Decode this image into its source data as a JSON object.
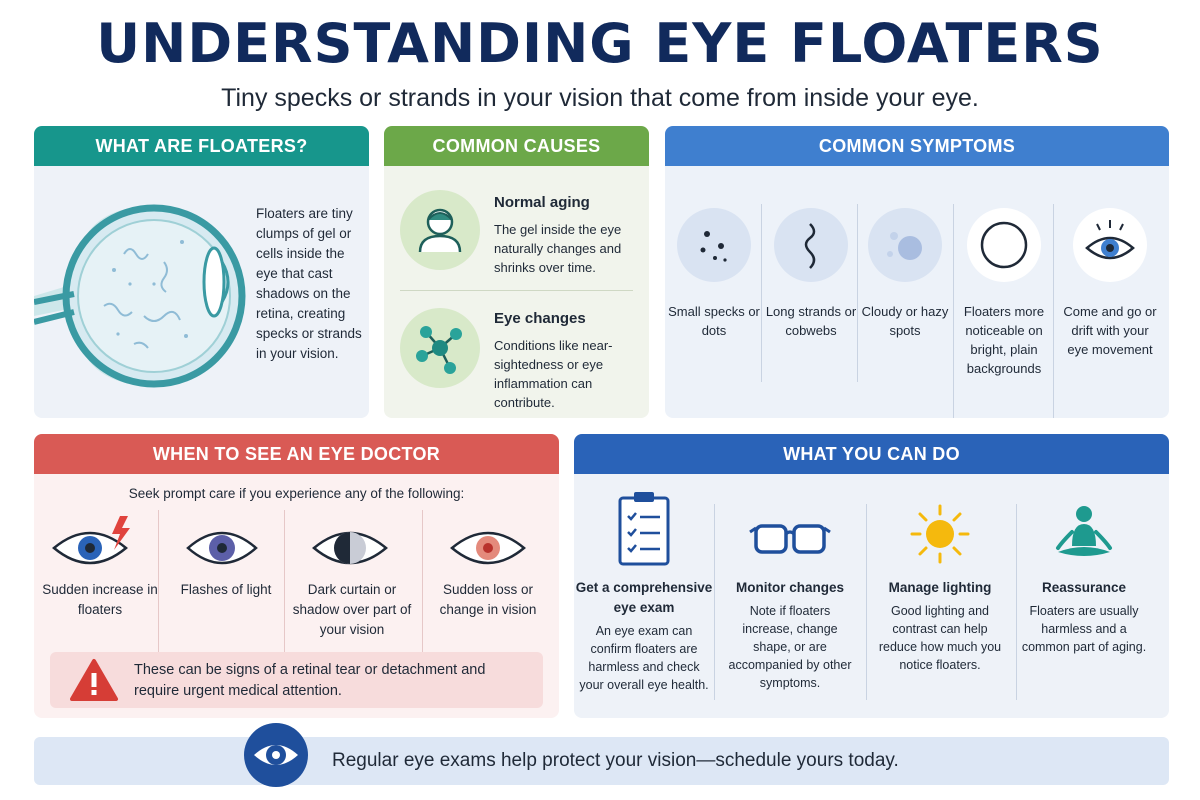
{
  "title": "UNDERSTANDING EYE FLOATERS",
  "subtitle": "Tiny specks or strands in your vision that come from inside your eye.",
  "colors": {
    "teal": "#17968c",
    "green": "#6ca849",
    "blue": "#3f7fcf",
    "red": "#d95a55",
    "navy": "#2a63b8",
    "title": "#112a5c"
  },
  "what": {
    "heading": "WHAT ARE FLOATERS?",
    "text": "Floaters are tiny clumps of gel or cells inside the eye that cast shadows on the retina, creating specks or strands in your vision.",
    "icon": "eye-cross-section-icon"
  },
  "causes": {
    "heading": "COMMON CAUSES",
    "items": [
      {
        "title": "Normal aging",
        "desc": "The gel inside the eye naturally changes and shrinks over time.",
        "icon": "person-icon"
      },
      {
        "title": "Eye changes",
        "desc": "Conditions like near-sightedness or eye inflammation can contribute.",
        "icon": "molecule-icon"
      }
    ]
  },
  "symptoms": {
    "heading": "COMMON SYMPTOMS",
    "items": [
      {
        "label": "Small specks or dots",
        "icon": "specks-icon"
      },
      {
        "label": "Long strands or cobwebs",
        "icon": "strand-icon"
      },
      {
        "label": "Cloudy or hazy spots",
        "icon": "cloudy-spot-icon"
      },
      {
        "label": "Floaters more noticeable on bright, plain backgrounds",
        "icon": "plain-circle-icon"
      },
      {
        "label": "Come and go or drift with your eye movement",
        "icon": "eye-icon"
      }
    ]
  },
  "doctor": {
    "heading": "WHEN TO SEE AN EYE DOCTOR",
    "intro": "Seek prompt care if you experience any of the following:",
    "items": [
      {
        "label": "Sudden increase in floaters",
        "icon": "eye-lightning-icon"
      },
      {
        "label": "Flashes of light",
        "icon": "eye-icon"
      },
      {
        "label": "Dark curtain or shadow over part of your vision",
        "icon": "eye-shadow-icon"
      },
      {
        "label": "Sudden loss or change in vision",
        "icon": "red-eye-icon"
      }
    ],
    "warning": "These can be signs of a retinal tear or detachment and require urgent medical attention.",
    "warning_icon": "warning-triangle-icon"
  },
  "actions": {
    "heading": "WHAT YOU CAN DO",
    "items": [
      {
        "title": "Get a comprehensive eye exam",
        "desc": "An eye exam can confirm floaters are harmless and check your overall eye health.",
        "icon": "clipboard-checklist-icon"
      },
      {
        "title": "Monitor changes",
        "desc": "Note if floaters increase, change shape, or are accompanied by other symptoms.",
        "icon": "glasses-icon"
      },
      {
        "title": "Manage lighting",
        "desc": "Good lighting and contrast can help reduce how much you notice floaters.",
        "icon": "sun-icon"
      },
      {
        "title": "Reassurance",
        "desc": "Floaters are usually harmless and a common part of aging.",
        "icon": "meditation-icon"
      }
    ]
  },
  "banner": {
    "text": "Regular eye exams help protect your vision—schedule yours today.",
    "icon": "eye-icon"
  }
}
